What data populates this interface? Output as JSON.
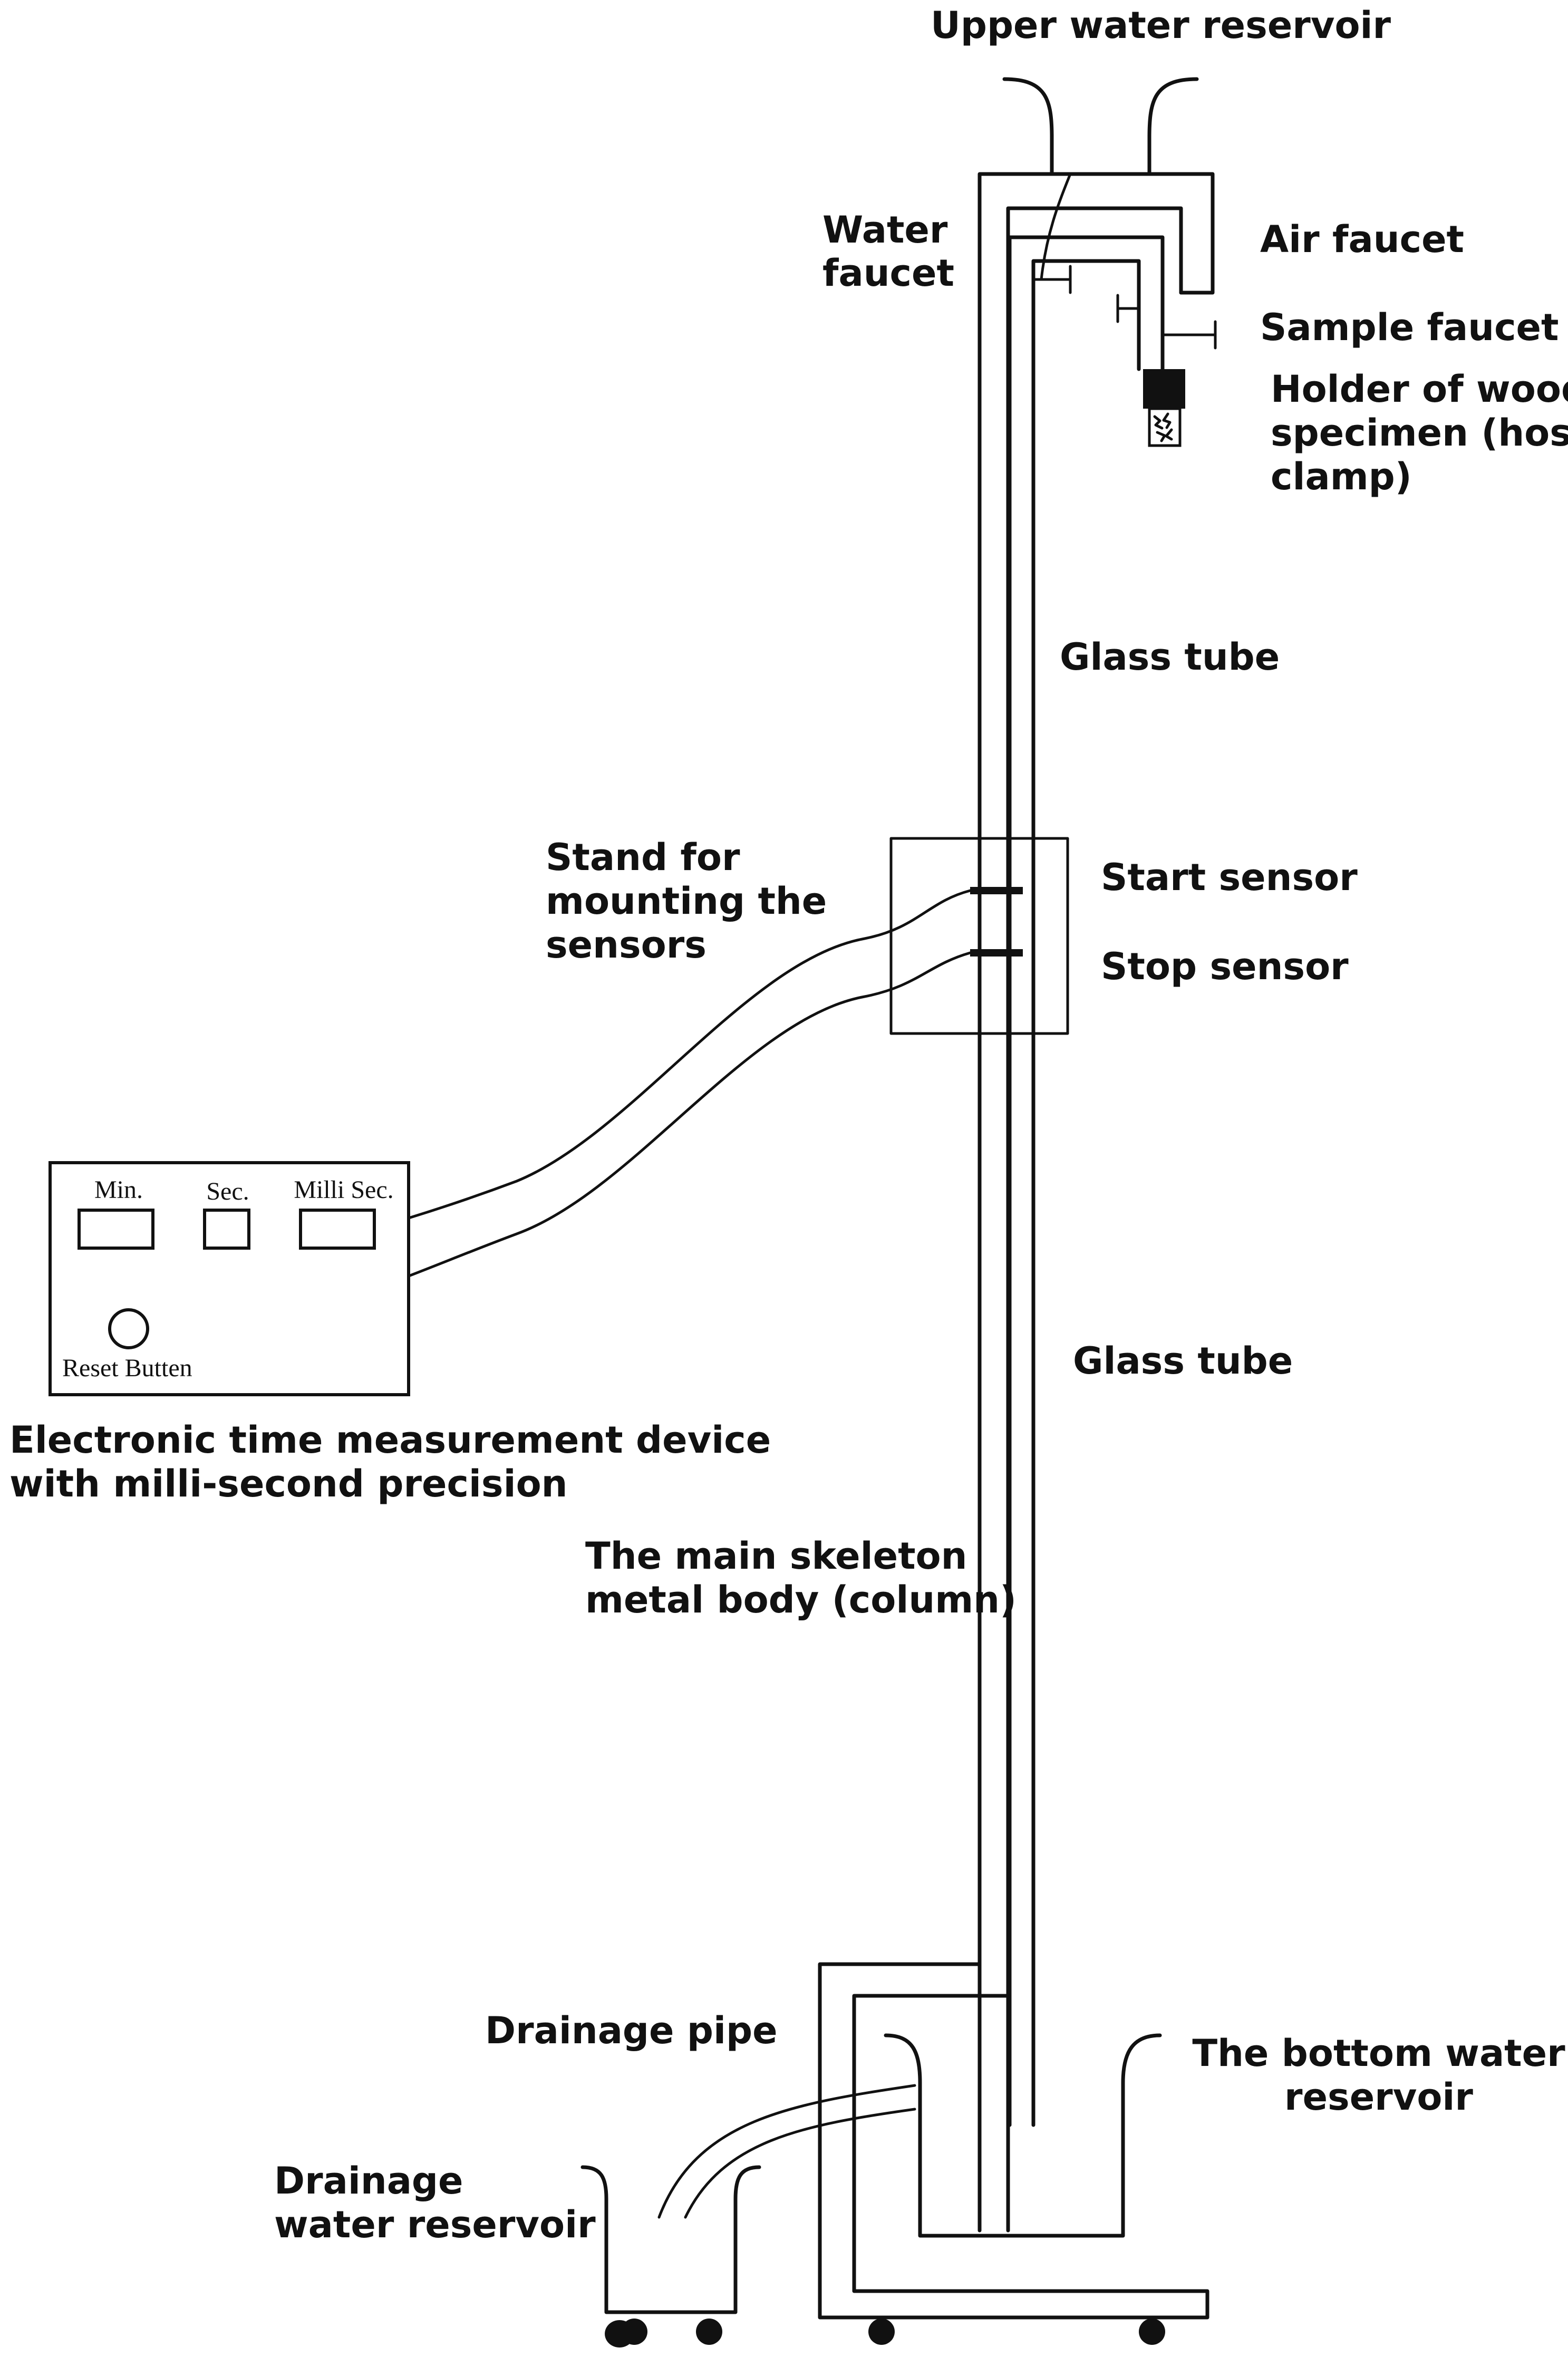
{
  "labels": {
    "upper_reservoir": "Upper water reservoir",
    "water_faucet_1": "Water",
    "water_faucet_2": "faucet",
    "air_faucet": "Air faucet",
    "sample_faucet": "Sample faucet",
    "holder_1": "Holder of wood",
    "holder_2": "specimen (hose",
    "holder_3": "clamp)",
    "glass_tube_upper": "Glass tube",
    "stand_1": "Stand for",
    "stand_2": "mounting the",
    "stand_3": "sensors",
    "start_sensor": "Start sensor",
    "stop_sensor": "Stop sensor",
    "glass_tube_lower": "Glass tube",
    "device_1": "Electronic time measurement device",
    "device_2": "with milli-second precision",
    "skeleton_1": "The main skeleton",
    "skeleton_2": "metal body (column)",
    "drainage_pipe": "Drainage pipe",
    "bottom_res_1": "The bottom water",
    "bottom_res_2": "reservoir",
    "drain_res_1": "Drainage",
    "drain_res_2": "water reservoir"
  },
  "device": {
    "min_label": "Min.",
    "sec_label": "Sec.",
    "milli_label": "Milli Sec.",
    "reset_label": "Reset Butten"
  }
}
